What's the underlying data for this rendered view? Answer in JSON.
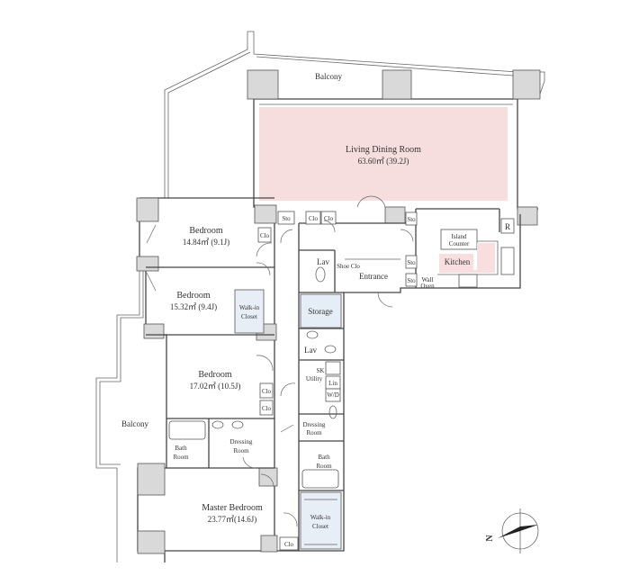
{
  "colors": {
    "living_highlight": "#f7dede",
    "kitchen_highlight": "#f8dede",
    "storage_fill": "#e5edf6",
    "closet_fill": "#e8eef6",
    "column_fill": "#d9d9d9",
    "wall_stroke": "#444444"
  },
  "rooms": {
    "balcony_top": "Balcony",
    "balcony_left": "Balcony",
    "living_name": "Living Dining Room",
    "living_area": "63.60㎡ (39.2J)",
    "bedroom1_name": "Bedroom",
    "bedroom1_area": "14.84㎡ (9.1J)",
    "bedroom2_name": "Bedroom",
    "bedroom2_area": "15.32㎡ (9.4J)",
    "bedroom3_name": "Bedroom",
    "bedroom3_area": "17.02㎡ (10.5J)",
    "master_name": "Master Bedroom",
    "master_area": "23.77㎡(14.6J)",
    "kitchen": "Kitchen",
    "island_line1": "Island",
    "island_line2": "Counter",
    "entrance": "Entrance",
    "storage": "Storage",
    "utility": "Utility",
    "lav_top": "Lav",
    "lav_mid": "Lav",
    "shoe_clo": "Shoe Clo",
    "wall_oven_line1": "Wall",
    "wall_oven_line2": "Oven",
    "refrigerator": "R",
    "sk": "SK",
    "lin": "Lin",
    "wd": "W/D",
    "walkin1_line1": "Walk-in",
    "walkin1_line2": "Closet",
    "walkin2_line1": "Walk-in",
    "walkin2_line2": "Closet",
    "dressing1_line1": "Dressing",
    "dressing1_line2": "Room",
    "dressing2_line1": "Dressing",
    "dressing2_line2": "Room",
    "bath1_line1": "Bath",
    "bath1_line2": "Room",
    "bath2_line1": "Bath",
    "bath2_line2": "Room",
    "sto_1": "Sto",
    "sto_2": "Sto",
    "sto_3": "Sto",
    "sto_4": "Sto",
    "clo_1": "Clo",
    "clo_2": "Clo",
    "clo_3": "Clo",
    "clo_4": "Clo",
    "clo_5": "Clo",
    "clo_6": "Clo"
  },
  "compass": {
    "label": "N",
    "icon": "north-arrow-icon"
  }
}
